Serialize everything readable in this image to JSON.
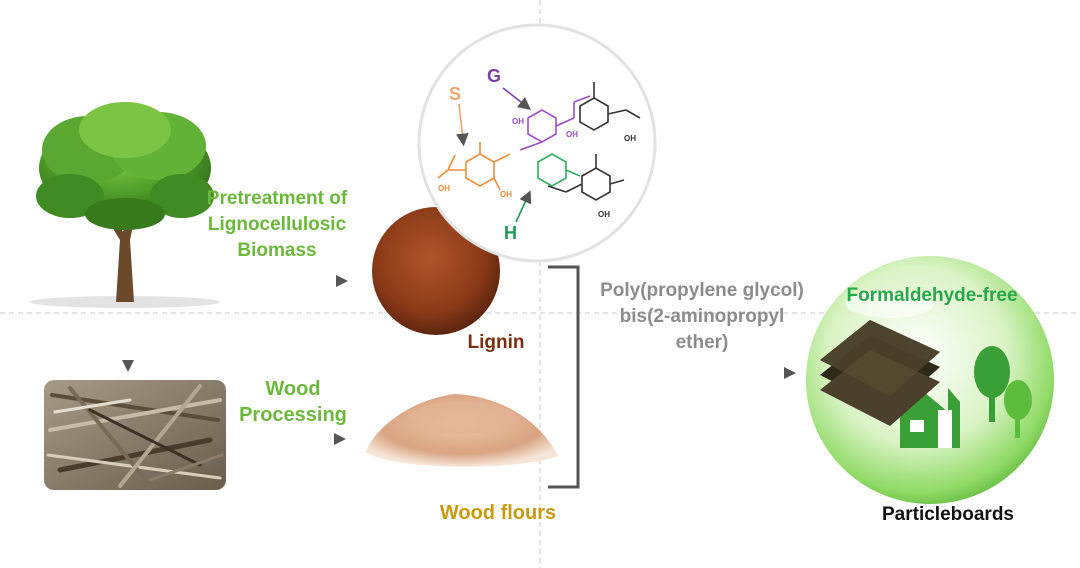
{
  "labels": {
    "pretreatment": "Pretreatment of\nLignocellulosic\nBiomass",
    "wood_processing": "Wood\nProcessing",
    "lignin": "Lignin",
    "wood_flours": "Wood flours",
    "reagent": "Poly(propylene glycol)\nbis(2-aminopropyl\nether)",
    "formaldehyde_free": "Formaldehyde-free",
    "particleboards": "Particleboards"
  },
  "lignin_units": {
    "s": "S",
    "g": "G",
    "h": "H"
  },
  "chem_label": "OH",
  "colors": {
    "green_text": "#6cb83c",
    "lignin_text": "#7a2e12",
    "woodflour_text": "#c89a10",
    "reagent_text": "#8c8c8c",
    "formfree_text": "#28a84a",
    "s_unit": "#f0a36a",
    "g_unit": "#7b3fa8",
    "h_unit": "#1d9a56",
    "arrow": "#555555"
  }
}
